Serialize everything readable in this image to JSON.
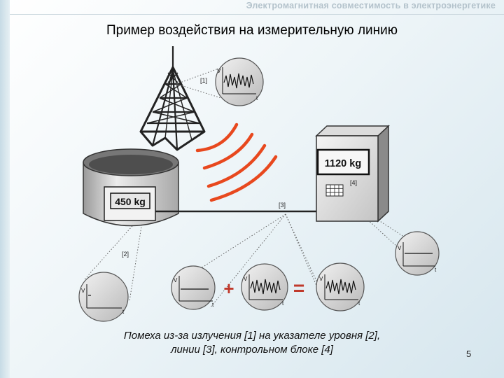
{
  "header": {
    "title": "Электромагнитная совместимость в электроэнергетике"
  },
  "slide": {
    "title": "Пример воздействия на измерительную линию",
    "caption_line1": "Помеха из-за излучения [1] на указателе уровня [2],",
    "caption_line2": "линии [3], контрольном блоке [4]",
    "page_number": "5"
  },
  "scene": {
    "tank_display": "450 kg",
    "control_display": "1120 kg",
    "ref_1": "[1]",
    "ref_2": "[2]",
    "ref_3": "[3]",
    "ref_4": "[4]",
    "axis_v": "V",
    "axis_t": "t",
    "plus": "+",
    "equals": "=",
    "wave_color": "#e8481e"
  }
}
